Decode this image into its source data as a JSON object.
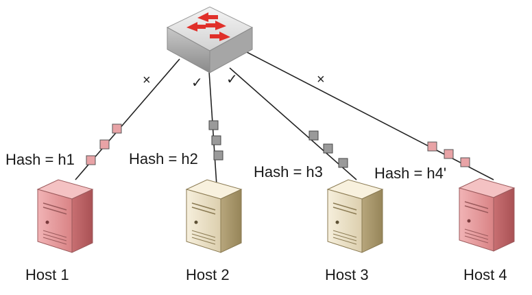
{
  "switch": {
    "icon": "network-switch-icon"
  },
  "links": [
    {
      "host": "Host 1",
      "hash": "Hash = h1",
      "mark": "×",
      "status": "blocked",
      "packet_color": "#e8a3a6",
      "server_color": "pink"
    },
    {
      "host": "Host 2",
      "hash": "Hash = h2",
      "mark": "✓",
      "status": "allowed",
      "packet_color": "#9a9a9a",
      "server_color": "beige"
    },
    {
      "host": "Host 3",
      "hash": "Hash = h3",
      "mark": "✓",
      "status": "allowed",
      "packet_color": "#9a9a9a",
      "server_color": "beige"
    },
    {
      "host": "Host 4",
      "hash": "Hash = h4'",
      "mark": "×",
      "status": "blocked",
      "packet_color": "#e8a3a6",
      "server_color": "pink"
    }
  ],
  "colors": {
    "blocked_packet": "#e8a3a6",
    "allowed_packet": "#9a9a9a",
    "pink_server": "#e39b9d",
    "beige_server": "#ece2c9",
    "switch_arrows": "#e0302a"
  }
}
